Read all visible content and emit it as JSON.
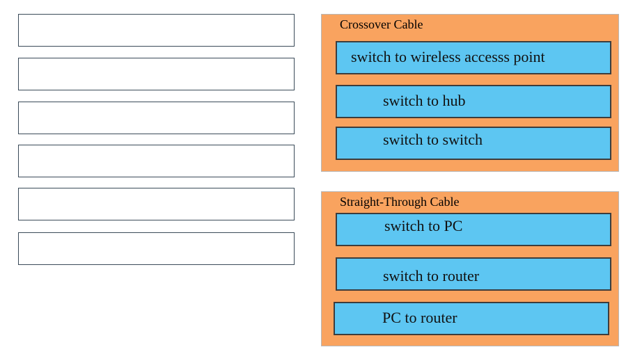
{
  "answer_slots": [
    {
      "value": ""
    },
    {
      "value": ""
    },
    {
      "value": ""
    },
    {
      "value": ""
    },
    {
      "value": ""
    },
    {
      "value": ""
    }
  ],
  "crossover": {
    "title": "Crossover Cable",
    "items": [
      "switch to wireless accesss point",
      "switch to hub",
      "switch to switch"
    ]
  },
  "straight_through": {
    "title": "Straight-Through Cable",
    "items": [
      "switch to PC",
      "switch to router",
      "PC to router"
    ]
  },
  "colors": {
    "panel": "#f9a35f",
    "item": "#5dc6f2"
  }
}
